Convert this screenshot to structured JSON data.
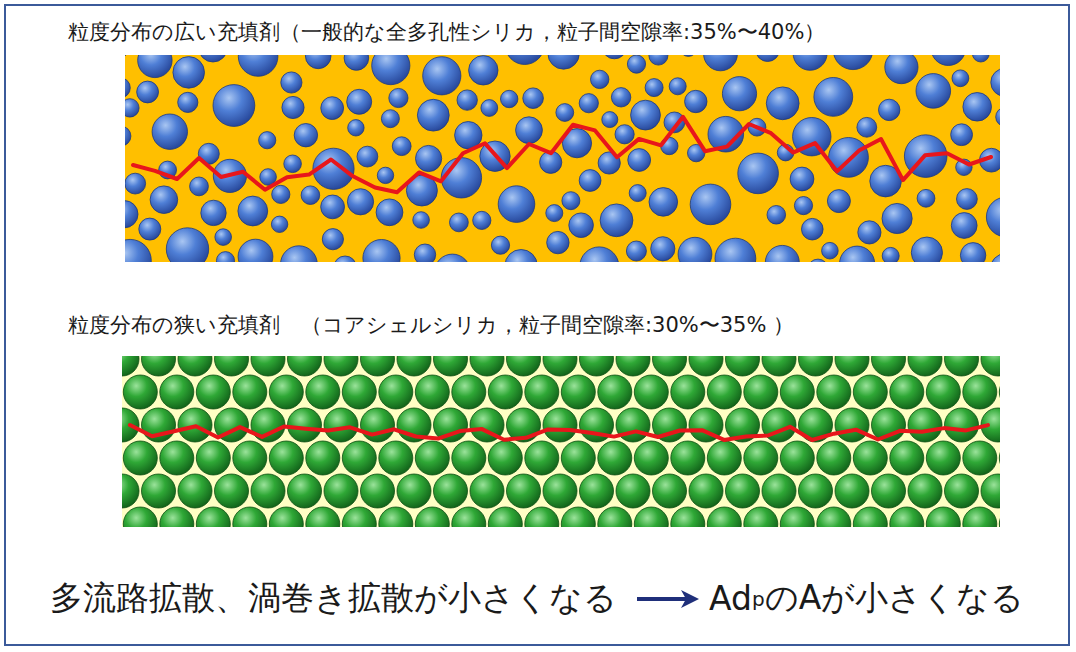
{
  "diagram": {
    "nodes": [
      {
        "text": [
          "粒度分布の広い充填剤（一般的な全多孔性シリカ，粒子間空隙率:35%〜40%）"
        ]
      },
      {
        "text": [
          "粒度分布の狭い充填剤　（コアシェルシリカ，粒子間空隙率:30%〜35% ）"
        ]
      }
    ],
    "labels": [
      "多流路拡散、渦巻き拡散が小さくなる",
      "Ad",
      "p",
      "のAが小さくなる"
    ]
  }
}
